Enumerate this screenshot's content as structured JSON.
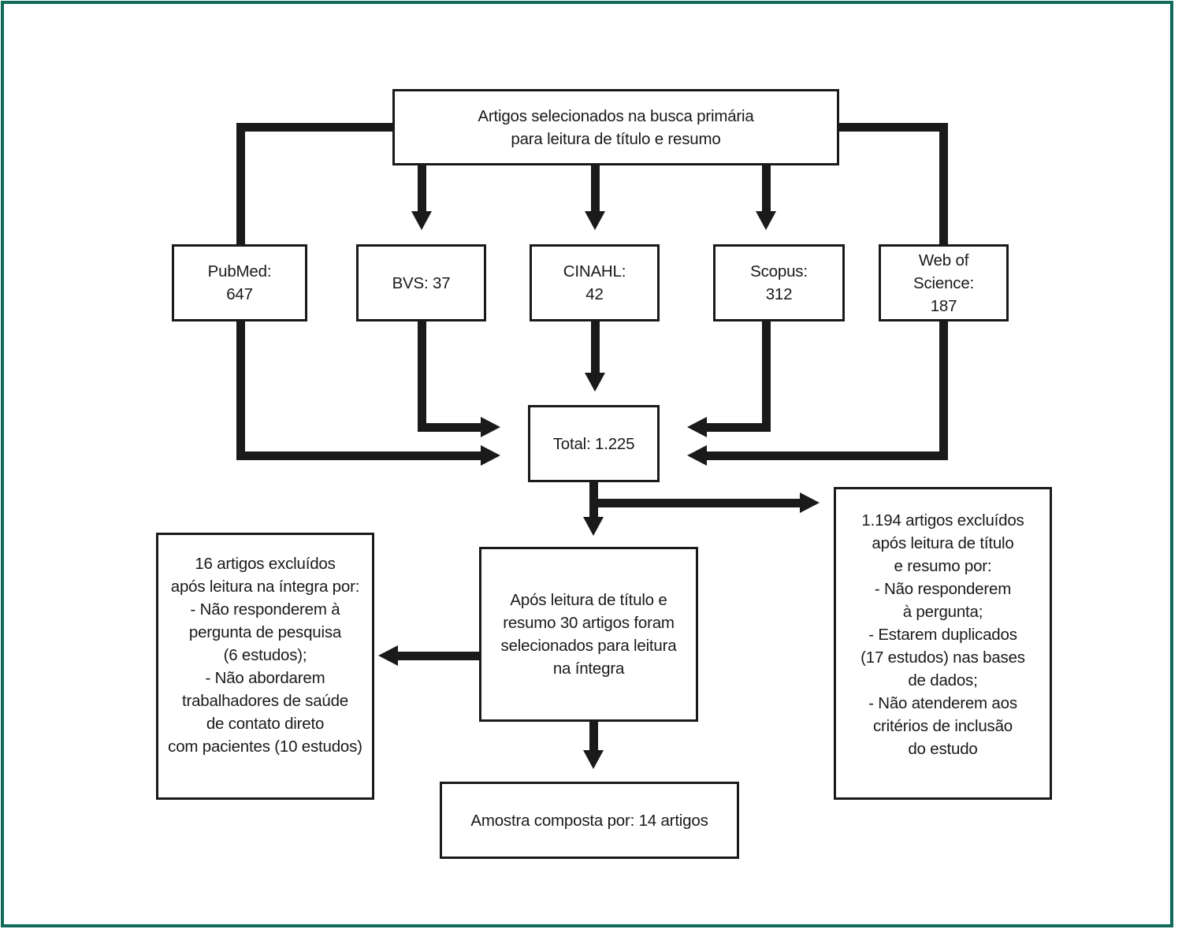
{
  "figure": {
    "type": "flowchart",
    "language": "pt-BR",
    "description": "Fluxograma de seleção de artigos"
  },
  "colors": {
    "frame_border": "#11695a",
    "box_border": "#1a1a1a",
    "connector": "#1a1a1a",
    "background": "#ffffff",
    "text": "#1a1a1a"
  },
  "nodes": {
    "primary_search": {
      "text": "Artigos selecionados na busca primária\npara leitura de título e resumo"
    },
    "pubmed": {
      "text": "PubMed:\n647",
      "source": "PubMed",
      "count": 647
    },
    "bvs": {
      "text": "BVS: 37",
      "source": "BVS",
      "count": 37
    },
    "cinahl": {
      "text": "CINAHL:\n42",
      "source": "CINAHL",
      "count": 42
    },
    "scopus": {
      "text": "Scopus:\n312",
      "source": "Scopus",
      "count": 312
    },
    "web_of_science": {
      "text": "Web of\nScience:\n187",
      "source": "Web of Science",
      "count": 187
    },
    "total": {
      "text": "Total: 1.225",
      "count": "1.225"
    },
    "excluded_full_reading": {
      "text": "16 artigos excluídos\napós leitura na íntegra por:\n- Não responderem à\npergunta de pesquisa\n(6 estudos);\n- Não abordarem\ntrabalhadores de saúde\nde contato direto\ncom pacientes (10 estudos)"
    },
    "selected_full_reading": {
      "text": "Após leitura de título e\nresumo 30 artigos foram\nselecionados para leitura\nna íntegra"
    },
    "excluded_title_abstract": {
      "text": "1.194 artigos excluídos\napós leitura de título\ne resumo por:\n- Não responderem\nà pergunta;\n- Estarem duplicados\n(17 estudos) nas bases\nde dados;\n- Não atenderem aos\ncritérios de inclusão\ndo estudo"
    },
    "final_sample": {
      "text": "Amostra composta por: 14 artigos",
      "count": 14
    }
  }
}
